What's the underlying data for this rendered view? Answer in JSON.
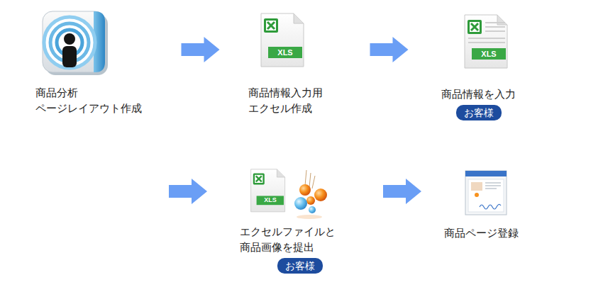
{
  "diagram": {
    "nodes": [
      {
        "text": [
          "商品分析 ページレイアウト作成"
        ]
      },
      {
        "text": [
          "商品情報入力用 エクセル作成"
        ]
      },
      {
        "text": [
          "商品情報を入力"
        ]
      },
      {
        "text": [
          "お客様"
        ],
        "in": 2
      },
      {
        "text": [
          "エクセルファイルと 商品画像を提出"
        ]
      },
      {
        "text": [
          "お客様"
        ],
        "in": 4
      },
      {
        "text": [
          "商品ページ登録"
        ]
      }
    ],
    "edges": [
      {
        "from": 0,
        "to": 1,
        "arrow": "to"
      },
      {
        "from": 1,
        "to": 2,
        "arrow": "to"
      },
      {
        "from": 4,
        "to": 6,
        "arrow": "to"
      }
    ],
    "labels": [
      "XLS",
      "XLS",
      "XLS"
    ]
  }
}
